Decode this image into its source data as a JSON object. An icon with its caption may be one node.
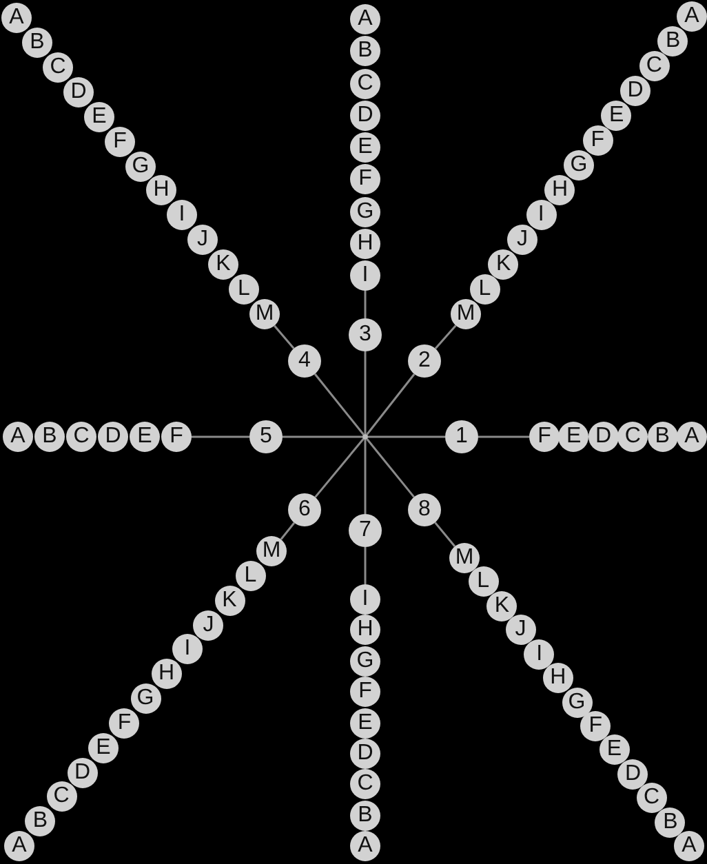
{
  "diagram": {
    "nodes": [
      {
        "text": [],
        "shape": "circle"
      },
      {
        "text": [
          "1"
        ]
      },
      {
        "text": [
          "2"
        ]
      },
      {
        "text": [
          "3"
        ]
      },
      {
        "text": [
          "4"
        ]
      },
      {
        "text": [
          "5"
        ]
      },
      {
        "text": [
          "6"
        ]
      },
      {
        "text": [
          "7"
        ]
      },
      {
        "text": [
          "8"
        ]
      },
      {
        "text": [
          "F"
        ]
      },
      {
        "text": [
          "E"
        ]
      },
      {
        "text": [
          "D"
        ]
      },
      {
        "text": [
          "C"
        ]
      },
      {
        "text": [
          "B"
        ]
      },
      {
        "text": [
          "A"
        ]
      },
      {
        "text": [
          "M"
        ]
      },
      {
        "text": [
          "L"
        ]
      },
      {
        "text": [
          "K"
        ]
      },
      {
        "text": [
          "J"
        ]
      },
      {
        "text": [
          "I"
        ]
      },
      {
        "text": [
          "H"
        ]
      },
      {
        "text": [
          "G"
        ]
      },
      {
        "text": [
          "F"
        ]
      },
      {
        "text": [
          "E"
        ]
      },
      {
        "text": [
          "D"
        ]
      },
      {
        "text": [
          "C"
        ]
      },
      {
        "text": [
          "B"
        ]
      },
      {
        "text": [
          "A"
        ]
      },
      {
        "text": [
          "I"
        ]
      },
      {
        "text": [
          "H"
        ]
      },
      {
        "text": [
          "G"
        ]
      },
      {
        "text": [
          "F"
        ]
      },
      {
        "text": [
          "E"
        ]
      },
      {
        "text": [
          "D"
        ]
      },
      {
        "text": [
          "C"
        ]
      },
      {
        "text": [
          "B"
        ]
      },
      {
        "text": [
          "A"
        ]
      },
      {
        "text": [
          "M"
        ]
      },
      {
        "text": [
          "L"
        ]
      },
      {
        "text": [
          "K"
        ]
      },
      {
        "text": [
          "J"
        ]
      },
      {
        "text": [
          "I"
        ]
      },
      {
        "text": [
          "H"
        ]
      },
      {
        "text": [
          "G"
        ]
      },
      {
        "text": [
          "F"
        ]
      },
      {
        "text": [
          "E"
        ]
      },
      {
        "text": [
          "D"
        ]
      },
      {
        "text": [
          "C"
        ]
      },
      {
        "text": [
          "B"
        ]
      },
      {
        "text": [
          "A"
        ]
      },
      {
        "text": [
          "F"
        ]
      },
      {
        "text": [
          "E"
        ]
      },
      {
        "text": [
          "D"
        ]
      },
      {
        "text": [
          "C"
        ]
      },
      {
        "text": [
          "B"
        ]
      },
      {
        "text": [
          "A"
        ]
      },
      {
        "text": [
          "M"
        ]
      },
      {
        "text": [
          "L"
        ]
      },
      {
        "text": [
          "K"
        ]
      },
      {
        "text": [
          "J"
        ]
      },
      {
        "text": [
          "I"
        ]
      },
      {
        "text": [
          "H"
        ]
      },
      {
        "text": [
          "G"
        ]
      },
      {
        "text": [
          "F"
        ]
      },
      {
        "text": [
          "E"
        ]
      },
      {
        "text": [
          "D"
        ]
      },
      {
        "text": [
          "C"
        ]
      },
      {
        "text": [
          "B"
        ]
      },
      {
        "text": [
          "A"
        ]
      },
      {
        "text": [
          "I"
        ]
      },
      {
        "text": [
          "H"
        ]
      },
      {
        "text": [
          "G"
        ]
      },
      {
        "text": [
          "F"
        ]
      },
      {
        "text": [
          "E"
        ]
      },
      {
        "text": [
          "D"
        ]
      },
      {
        "text": [
          "C"
        ]
      },
      {
        "text": [
          "B"
        ]
      },
      {
        "text": [
          "A"
        ]
      },
      {
        "text": [
          "M"
        ]
      },
      {
        "text": [
          "L"
        ]
      },
      {
        "text": [
          "K"
        ]
      },
      {
        "text": [
          "J"
        ]
      },
      {
        "text": [
          "I"
        ]
      },
      {
        "text": [
          "H"
        ]
      },
      {
        "text": [
          "G"
        ]
      },
      {
        "text": [
          "F"
        ]
      },
      {
        "text": [
          "E"
        ]
      },
      {
        "text": [
          "D"
        ]
      },
      {
        "text": [
          "C"
        ]
      },
      {
        "text": [
          "B"
        ]
      },
      {
        "text": [
          "A"
        ]
      }
    ],
    "edges": [
      {
        "from": 0,
        "to": 1,
        "arrow": "none"
      },
      {
        "from": 0,
        "to": 2,
        "arrow": "none"
      },
      {
        "from": 0,
        "to": 3,
        "arrow": "none"
      },
      {
        "from": 0,
        "to": 4,
        "arrow": "none"
      },
      {
        "from": 0,
        "to": 5,
        "arrow": "none"
      },
      {
        "from": 0,
        "to": 6,
        "arrow": "none"
      },
      {
        "from": 0,
        "to": 7,
        "arrow": "none"
      },
      {
        "from": 0,
        "to": 8,
        "arrow": "none"
      },
      {
        "from": 1,
        "to": 9,
        "arrow": "none"
      },
      {
        "from": 2,
        "to": 15,
        "arrow": "none"
      },
      {
        "from": 3,
        "to": 28,
        "arrow": "none"
      },
      {
        "from": 4,
        "to": 37,
        "arrow": "none"
      },
      {
        "from": 5,
        "to": 50,
        "arrow": "none"
      },
      {
        "from": 6,
        "to": 56,
        "arrow": "none"
      },
      {
        "from": 7,
        "to": 69,
        "arrow": "none"
      },
      {
        "from": 8,
        "to": 78,
        "arrow": "none"
      }
    ]
  }
}
